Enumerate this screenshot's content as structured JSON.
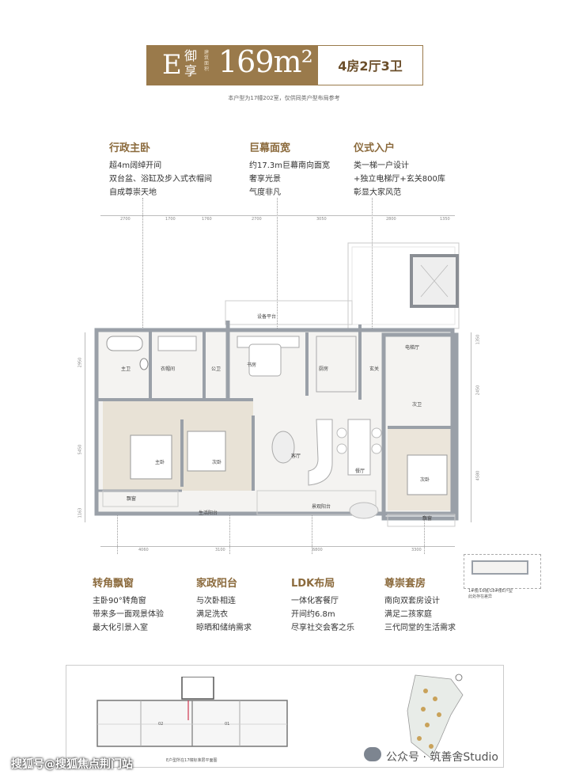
{
  "header": {
    "type_letter": "E",
    "type_name": "御享",
    "area_label_small": "建筑面积",
    "area_value": "169m²",
    "layout": "4房2厅3卫",
    "note": "本户型为17幢202室，仅供同类户型布局参考"
  },
  "features_top": [
    {
      "title": "行政主卧",
      "lines": [
        "超4m阔绰开间",
        "双台盆、浴缸及步入式衣帽间",
        "自成尊崇天地"
      ]
    },
    {
      "title": "巨幕面宽",
      "lines": [
        "约17.3m巨幕南向面宽",
        "奢享光景",
        "气度非凡"
      ]
    },
    {
      "title": "仪式入户",
      "lines": [
        "类一梯一户设计",
        "+独立电梯厅+玄关800库",
        "彰显大家风范"
      ]
    }
  ],
  "features_bottom": [
    {
      "title": "转角飘窗",
      "lines": [
        "主卧90°转角窗",
        "带来多一面观景体验",
        "最大化引景入室"
      ]
    },
    {
      "title": "家政阳台",
      "lines": [
        "与次卧相连",
        "满足洗衣",
        "晾晒和储纳需求"
      ]
    },
    {
      "title": "LDK布局",
      "lines": [
        "一体化客餐厅",
        "开间约6.8m",
        "尽享社交会客之乐"
      ]
    },
    {
      "title": "尊崇套房",
      "lines": [
        "南向双套房设计",
        "满足二孩家庭",
        "三代同堂的生活需求"
      ]
    }
  ],
  "dims_top": [
    "2700",
    "1700",
    "1760",
    "2700",
    "3050",
    "2800",
    "1350"
  ],
  "dims_bottom": [
    "4060",
    "3100",
    "6800",
    "3300"
  ],
  "dims_left": [
    "2950",
    "5450",
    "1163"
  ],
  "dims_right": [
    "1350",
    "2450",
    "4580"
  ],
  "rooms": {
    "master_bath": "主卫",
    "cloakroom": "衣帽间",
    "bath2": "公卫",
    "elder_room": "书房",
    "kitchen": "厨房",
    "equipment": "设备平台",
    "hall": "玄关",
    "lift": "电梯厅",
    "bath3": "次卫",
    "master": "主卧",
    "second": "次卧",
    "living": "客厅",
    "dining": "餐厅",
    "third": "次卧",
    "bay1": "飘窗",
    "bay2": "飘窗",
    "service_balcony": "生活阳台",
    "balcony": "景观阳台"
  },
  "inset_note": "1#楼/16幢/18#楼E户型\n此处存在差异",
  "keyplan_note": "E户型所在17幢标准层平面图",
  "keyplan_units": [
    "02",
    "01"
  ],
  "watermark_left": "搜狐号@搜狐焦点荆门站",
  "watermark_right": "公众号 · 筑善舍Studio"
}
